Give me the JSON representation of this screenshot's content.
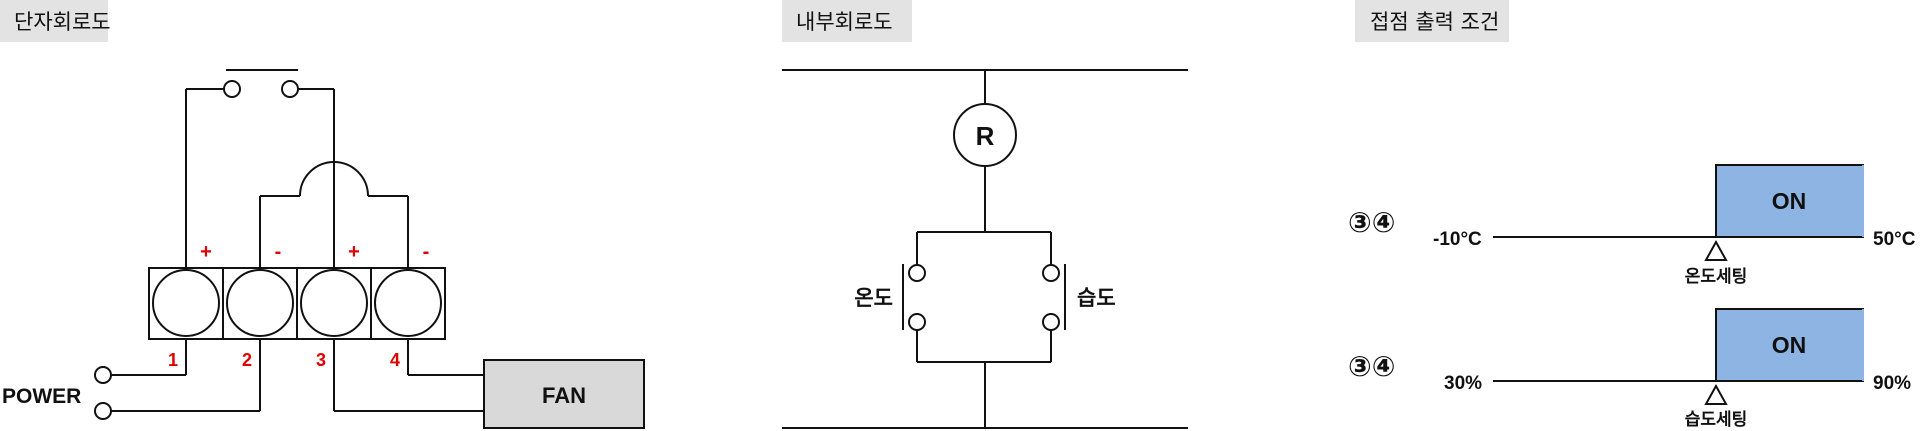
{
  "sections": {
    "terminal": {
      "title": "단자회로도"
    },
    "internal": {
      "title": "내부회로도"
    },
    "output": {
      "title": "접점 출력 조건"
    }
  },
  "terminal": {
    "polarity": [
      "+",
      "-",
      "+",
      "-"
    ],
    "numbers": [
      "1",
      "2",
      "3",
      "4"
    ],
    "power_label": "POWER",
    "fan_label": "FAN"
  },
  "internal": {
    "resistor_label": "R",
    "left_label": "온도",
    "right_label": "습도"
  },
  "output": {
    "rows": [
      {
        "terminals": "③④",
        "min": "-10°C",
        "max": "50°C",
        "on_label": "ON",
        "setting_label": "온도세팅"
      },
      {
        "terminals": "③④",
        "min": "30%",
        "max": "90%",
        "on_label": "ON",
        "setting_label": "습도세팅"
      }
    ]
  },
  "colors": {
    "header_bg": "#e3e3e3",
    "terminal_red": "#e00000",
    "on_fill": "#8eb4e3",
    "fan_fill": "#d9d9d9"
  }
}
